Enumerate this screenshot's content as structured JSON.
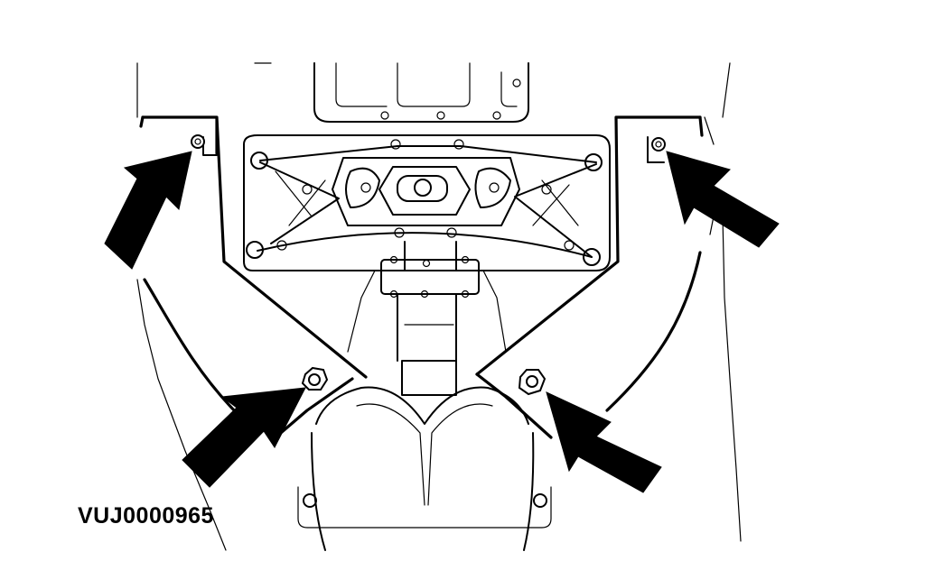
{
  "figure": {
    "reference_code": "VUJ0000965",
    "callouts": [
      {
        "id": "upper-left-bolt"
      },
      {
        "id": "upper-right-bolt"
      },
      {
        "id": "lower-left-nut"
      },
      {
        "id": "lower-right-nut"
      }
    ]
  }
}
